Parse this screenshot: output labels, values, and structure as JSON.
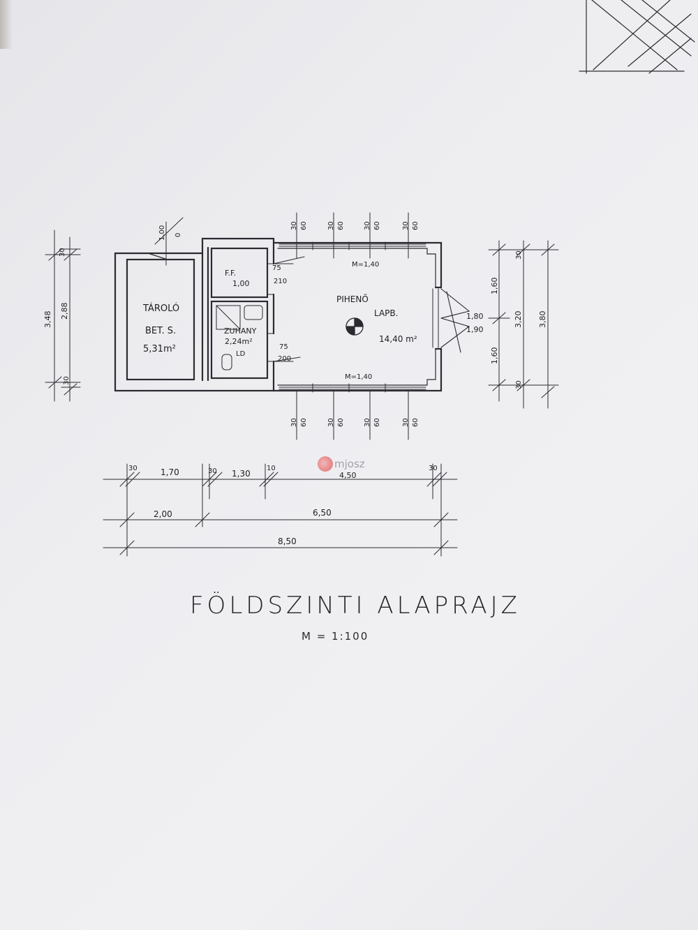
{
  "drawing": {
    "title": "FÖLDSZINTI ALAPRAJZ",
    "scale": "M = 1:100"
  },
  "rooms": {
    "storage": {
      "name": "TÁROLÓ",
      "floor": "BET. S.",
      "area": "5,31m²"
    },
    "pantry": {
      "name": "F.F.",
      "area": "1,00"
    },
    "bathroom": {
      "name": "ZUHANY",
      "area": "2,24m²",
      "note": "LD"
    },
    "lounge": {
      "name": "PIHENŐ",
      "floor": "LAPB.",
      "area": "14,40 m²"
    }
  },
  "openings": {
    "door_top": {
      "w": "75",
      "h": "210"
    },
    "door_bottom": {
      "w": "75",
      "h": "200"
    },
    "window_top": "M=1,40",
    "window_bottom": "M=1,40",
    "window_right": {
      "w": "1,80",
      "h": "1,90"
    },
    "window_dims_top": [
      "30",
      "60"
    ],
    "window_dims_bottom": [
      "30",
      "60"
    ],
    "storage_gap": [
      "1,00",
      "0"
    ]
  },
  "dimensions": {
    "left": {
      "outer": "3,48",
      "inner": "2,88",
      "top_wall": "30",
      "bottom_wall": "30"
    },
    "right": {
      "segments": [
        "1,60",
        "1,60"
      ],
      "total_inner": "3,20",
      "outer": "3,80",
      "top_wall": "30",
      "bottom_wall": "30",
      "center": "1,80"
    },
    "row1": [
      "30",
      "1,70",
      "30",
      "1,30",
      "10",
      "4,50",
      "30"
    ],
    "row2": [
      "2,00",
      "6,50"
    ],
    "row3": "8,50"
  },
  "watermark": {
    "text": "mjosz",
    "color": "#e56c6c"
  }
}
